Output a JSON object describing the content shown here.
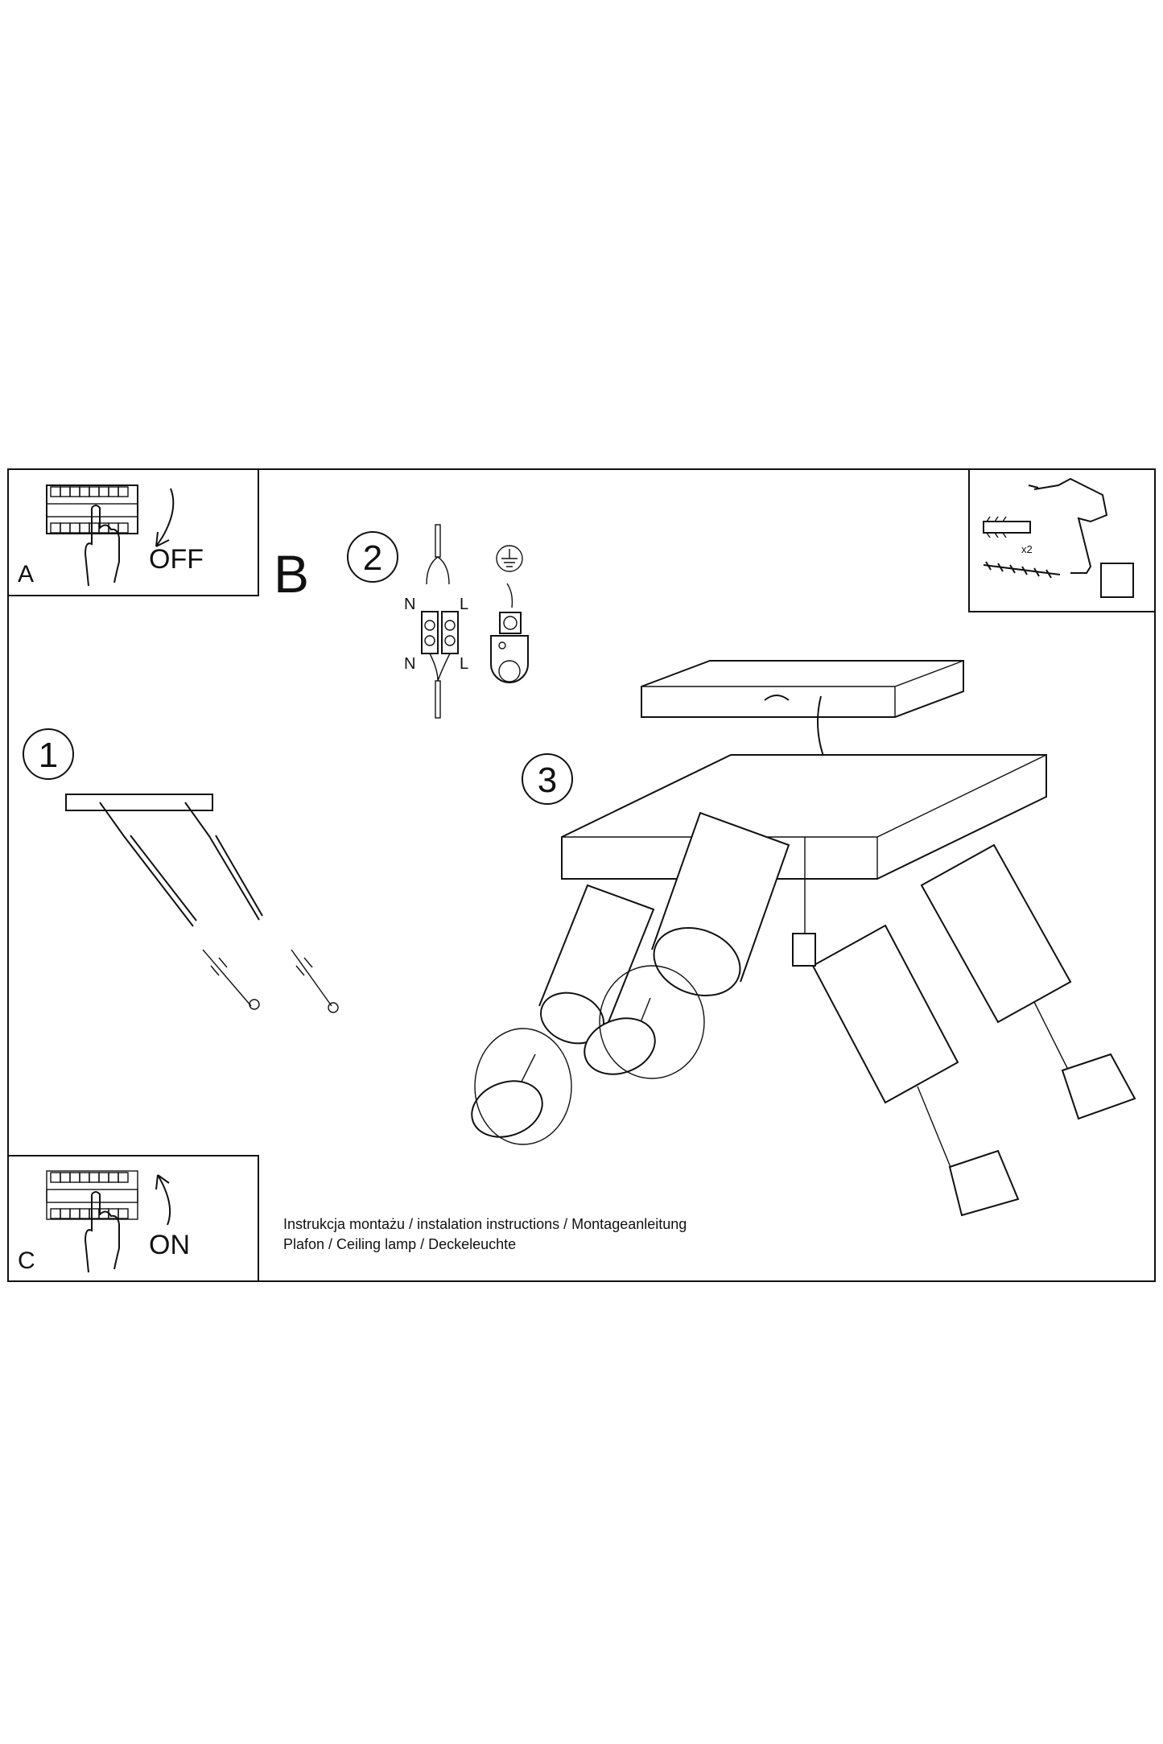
{
  "panels": {
    "a": {
      "letter": "A",
      "action": "OFF"
    },
    "b": {
      "letter": "B"
    },
    "c": {
      "letter": "C",
      "action": "ON"
    }
  },
  "steps": {
    "step1": "1",
    "step2": "2",
    "step3": "3"
  },
  "wiring": {
    "n_top": "N",
    "l_top": "L",
    "n_bottom": "N",
    "l_bottom": "L"
  },
  "tools": {
    "quantity": "x2"
  },
  "caption": {
    "line1": "Instrukcja montażu / instalation instructions / Montageanleitung",
    "line2": "Plafon / Ceiling lamp / Deckeleuchte"
  }
}
